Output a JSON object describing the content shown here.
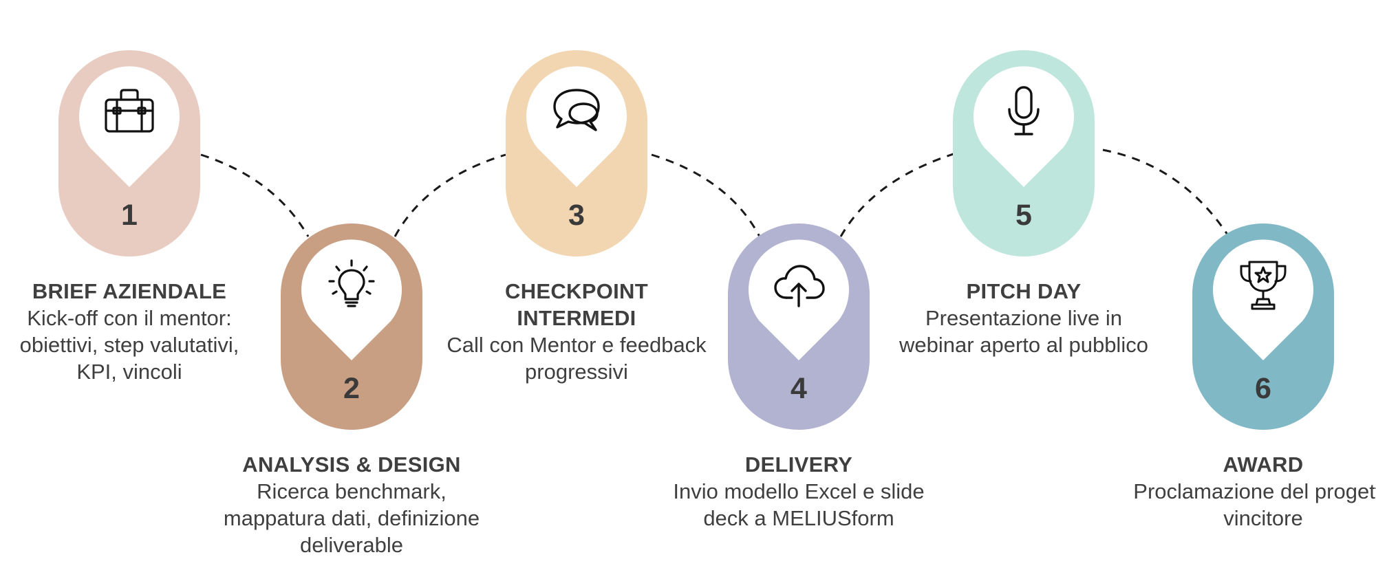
{
  "colors": {
    "pin_1": "#e8cbc1",
    "pin_2": "#c99f84",
    "pin_3": "#f1d6b1",
    "pin_4": "#b2b2d1",
    "pin_5": "#bfe6dc",
    "pin_6": "#80b8c5",
    "text": "#3f3f3f",
    "connector": "#1a1a1a"
  },
  "steps": [
    {
      "number": "1",
      "icon": "briefcase-icon",
      "title": "BRIEF AZIENDALE",
      "description": "Kick-off con il mentor: obiettivi, step valutativi, KPI, vincoli"
    },
    {
      "number": "2",
      "icon": "lightbulb-icon",
      "title": "ANALYSIS & DESIGN",
      "description": "Ricerca benchmark, mappatura dati, definizione deliverable"
    },
    {
      "number": "3",
      "icon": "chat-bubbles-icon",
      "title": "CHECKPOINT INTERMEDI",
      "description": "Call con Mentor e feedback progressivi"
    },
    {
      "number": "4",
      "icon": "cloud-upload-icon",
      "title": "DELIVERY",
      "description": "Invio modello Excel e slide deck a MELIUSform"
    },
    {
      "number": "5",
      "icon": "microphone-icon",
      "title": "PITCH DAY",
      "description": "Presentazione live in webinar aperto al pubblico"
    },
    {
      "number": "6",
      "icon": "trophy-icon",
      "title": "AWARD",
      "description": "Proclamazione del progetto vincitore"
    }
  ]
}
